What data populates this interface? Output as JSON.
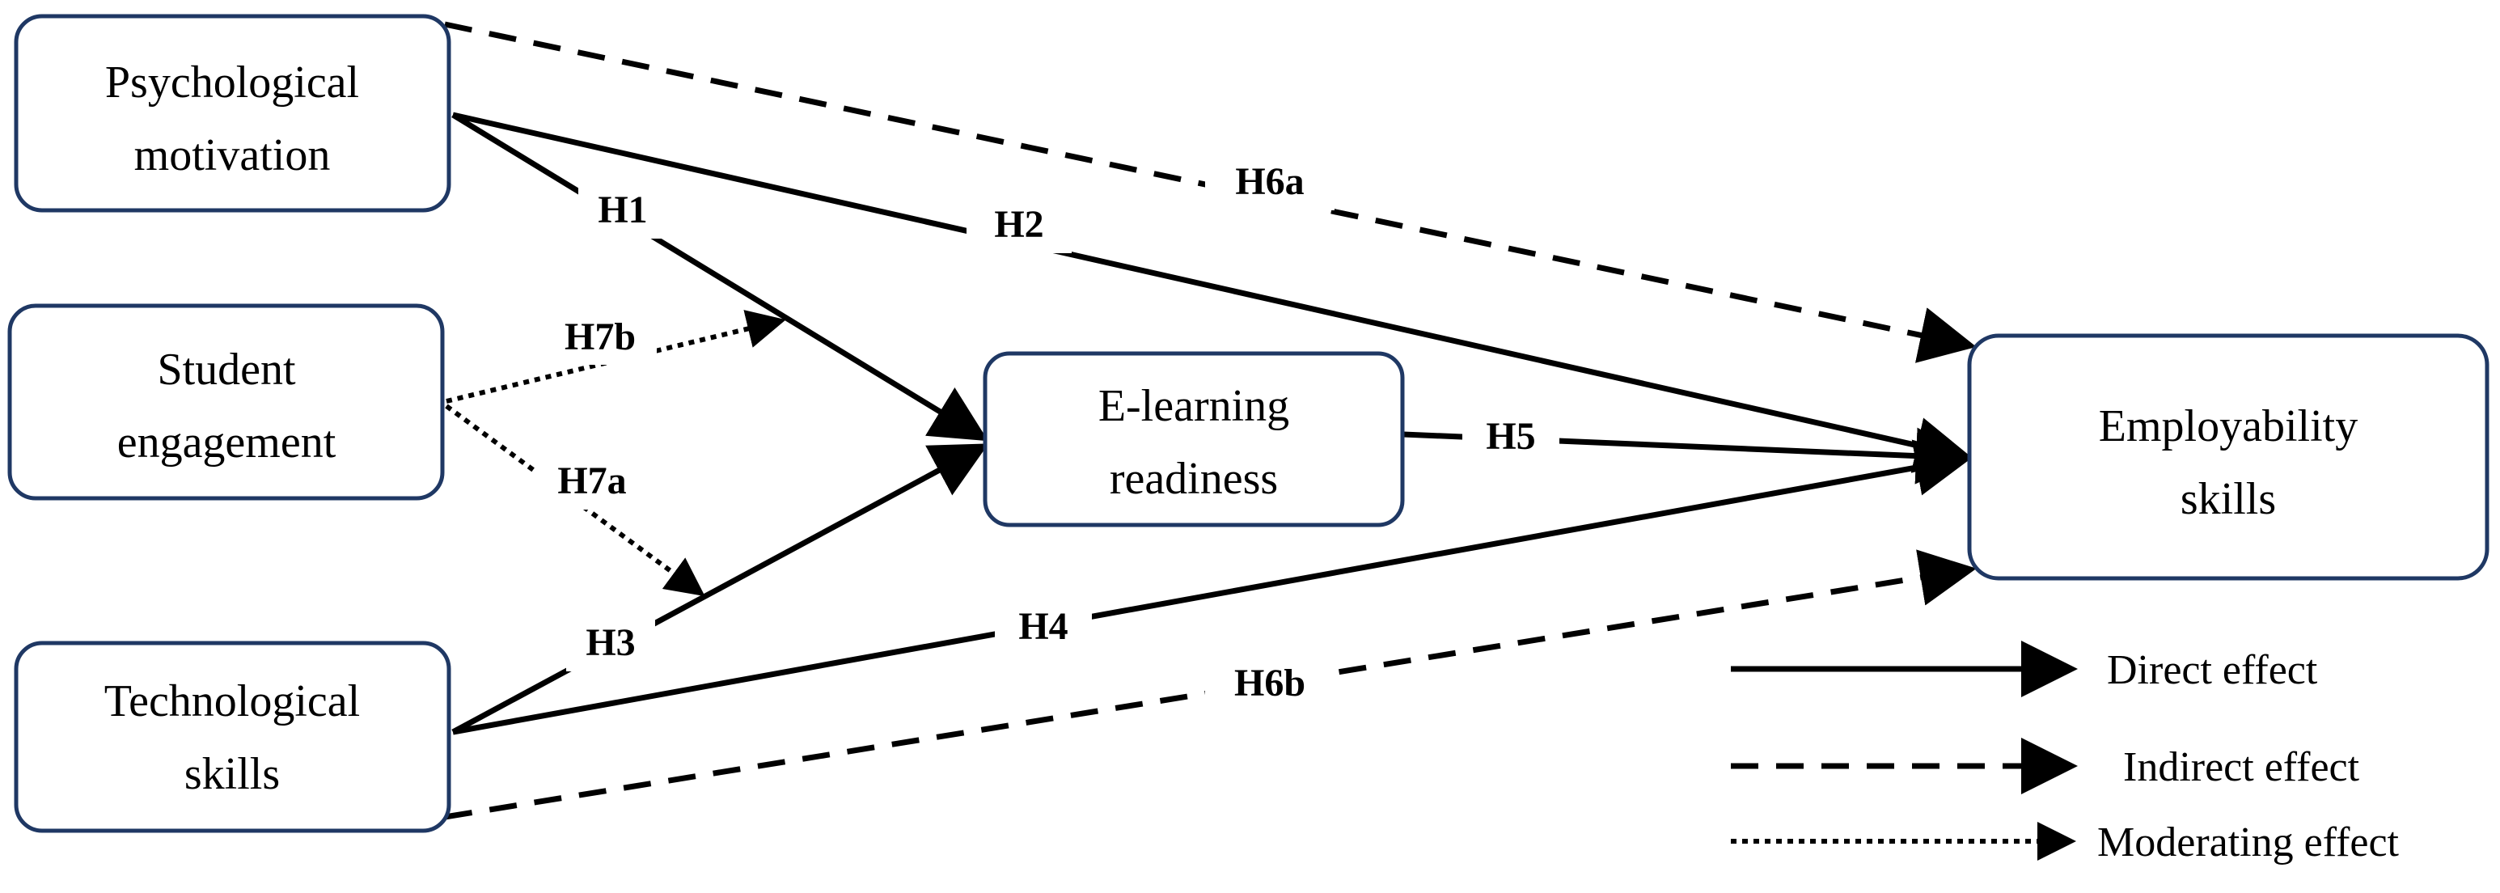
{
  "nodes": {
    "psychological_motivation": [
      "Psychological",
      "motivation"
    ],
    "student_engagement": [
      "Student",
      "engagement"
    ],
    "technological_skills": [
      "Technological",
      "skills"
    ],
    "elearning_readiness": [
      "E-learning",
      "readiness"
    ],
    "employability_skills": [
      "Employability",
      "skills"
    ]
  },
  "edges": {
    "h1": "H1",
    "h2": "H2",
    "h3": "H3",
    "h4": "H4",
    "h5": "H5",
    "h6a": "H6a",
    "h6b": "H6b",
    "h7a": "H7a",
    "h7b": "H7b"
  },
  "legend": {
    "direct": "Direct effect",
    "indirect": "Indirect effect",
    "moderating": "Moderating effect"
  },
  "colors": {
    "box_border": "#1f3864",
    "line": "#000000"
  }
}
